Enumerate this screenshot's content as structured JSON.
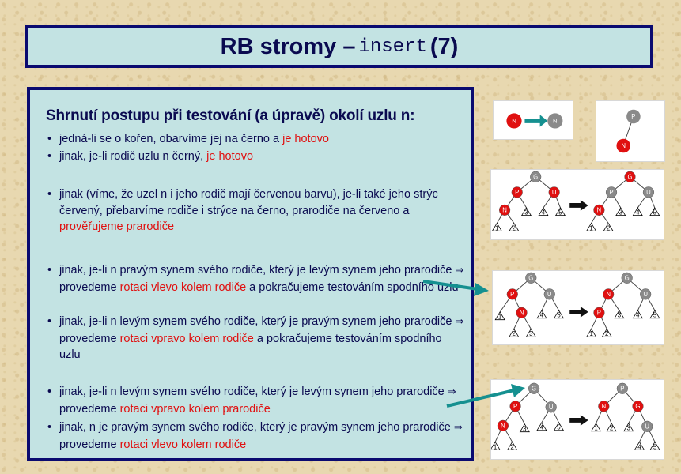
{
  "title": {
    "main": "RB stromy – ",
    "code": "insert",
    "suffix": "(7)"
  },
  "heading": "Shrnutí postupu při testování (a úpravě) okolí uzlu n:",
  "bullets": {
    "b1": {
      "text": "jedná-li se o kořen, obarvíme jej na černo a ",
      "highlight": "je hotovo"
    },
    "b2": {
      "text": "jinak, je-li rodič uzlu n černý, ",
      "highlight": "je hotovo"
    },
    "b3": {
      "text": "jinak (víme, že uzel n i jeho rodič mají červenou barvu), je-li také jeho strýc červený, přebarvíme rodiče i strýce na černo, prarodiče na červeno a ",
      "highlight": "prověřujeme prarodiče"
    },
    "b4": {
      "text1": "jinak, je-li n pravým synem svého rodiče, který je levým synem jeho prarodiče ",
      "implies": "⇒",
      "text2": " provedeme ",
      "highlight": "rotaci vlevo kolem rodiče",
      "text3": " a pokračujeme testováním spodního uzlu"
    },
    "b5": {
      "text1": "jinak, je-li n levým synem svého rodiče, který je pravým synem jeho prarodiče ",
      "implies": "⇒",
      "text2": " provedeme ",
      "highlight": "rotaci vpravo kolem rodiče",
      "text3": " a pokračujeme testováním spodního uzlu"
    },
    "b6": {
      "text1": "jinak, je-li n levým synem svého rodiče, který je levým synem jeho prarodiče ",
      "implies": "⇒",
      "text2": " provedeme ",
      "highlight": "rotaci vpravo kolem prarodiče"
    },
    "b7": {
      "text1": "jinak, n je pravým synem svého rodiče, který je pravým synem jeho prarodiče ",
      "implies": "⇒",
      "text2": " provedeme ",
      "highlight": "rotaci vlevo kolem rodiče"
    }
  },
  "tree_labels": {
    "n": "N",
    "p": "P",
    "g": "G",
    "u": "U",
    "t1": "1",
    "t2": "2",
    "t3": "3",
    "t4": "4",
    "t5": "5"
  },
  "colors": {
    "red_node": "#e01010",
    "black_node": "#8a8a8a",
    "arrow": "#159090",
    "highlight": "#e01010",
    "border": "#0a0a70",
    "box_fill": "#c3e3e3"
  }
}
